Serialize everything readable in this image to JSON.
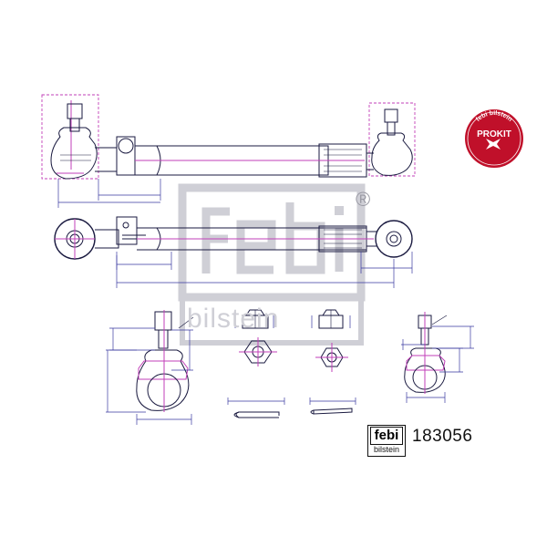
{
  "product": {
    "part_number": "183056"
  },
  "branding": {
    "logo_top": "febi",
    "logo_bottom": "bilstein",
    "watermark_text": "bilstein",
    "badge_ring_text": "febi bilstein",
    "badge_center_text": "PROKIT",
    "badge_color": "#c0102a",
    "registered_mark": "®"
  },
  "colors": {
    "line": "#1a1a40",
    "construction": "#c23fb8",
    "dimension": "#3a3aa0",
    "watermark": "#cfcfd6"
  }
}
